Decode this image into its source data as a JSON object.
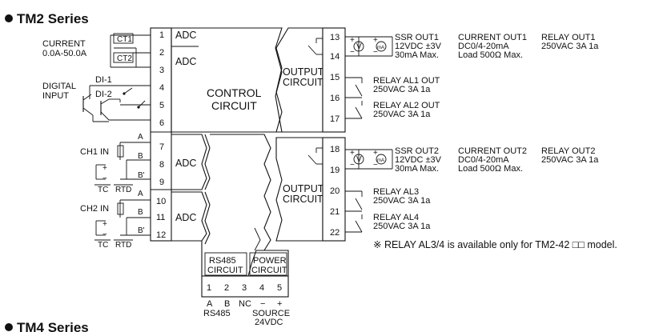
{
  "titles": {
    "tm2": "TM2 Series",
    "tm4": "TM4 Series"
  },
  "input": {
    "current": "CURRENT",
    "current_range": "0.0A-50.0A",
    "ct1": "CT1",
    "ct2": "CT2",
    "digital": "DIGITAL",
    "digital2": "INPUT",
    "di1": "DI-1",
    "di2": "DI-2",
    "ch1": "CH1 IN",
    "ch2": "CH2 IN",
    "a": "A",
    "b": "B",
    "bp": "B'",
    "plus": "+",
    "minus": "−",
    "tc": "TC",
    "rtd": "RTD"
  },
  "terminals_left": [
    "1",
    "2",
    "3",
    "4",
    "5",
    "6",
    "7",
    "8",
    "9",
    "10",
    "11",
    "12"
  ],
  "adc": "ADC",
  "control": {
    "l1": "CONTROL",
    "l2": "CIRCUIT"
  },
  "output": {
    "l1": "OUTPUT",
    "l2": "CIRCUIT"
  },
  "terminals_right": [
    "13",
    "14",
    "15",
    "16",
    "17",
    "18",
    "19",
    "20",
    "21",
    "22"
  ],
  "meter_v": "V",
  "meter_ma": "mA",
  "out1": {
    "ssr": [
      "SSR OUT1",
      "12VDC ±3V",
      "30mA Max."
    ],
    "current": [
      "CURRENT OUT1",
      "DC0/4-20mA",
      "Load 500Ω Max."
    ],
    "relay": [
      "RELAY OUT1",
      "250VAC 3A 1a"
    ],
    "al1": [
      "RELAY AL1 OUT",
      "250VAC 3A 1a"
    ],
    "al2": [
      "RELAY AL2 OUT",
      "250VAC 3A 1a"
    ]
  },
  "out2": {
    "ssr": [
      "SSR OUT2",
      "12VDC ±3V",
      "30mA Max."
    ],
    "current": [
      "CURRENT OUT2",
      "DC0/4-20mA",
      "Load 500Ω Max."
    ],
    "relay": [
      "RELAY OUT2",
      "250VAC 3A 1a"
    ],
    "al3": [
      "RELAY AL3",
      "250VAC 3A 1a"
    ],
    "al4": [
      "RELAY AL4",
      "250VAC 3A 1a"
    ]
  },
  "note": "※ RELAY AL3/4 is available only for TM2-42 □□ model.",
  "bottom": {
    "rs485": [
      "RS485",
      "CIRCUIT"
    ],
    "power": [
      "POWER",
      "CIRCUIT"
    ],
    "terminals": [
      "1",
      "2",
      "3",
      "4",
      "5"
    ],
    "labels": [
      "A",
      "B",
      "NC",
      "−",
      "+"
    ],
    "rs485_label": "RS485",
    "source": "SOURCE",
    "vdc": "24VDC"
  }
}
